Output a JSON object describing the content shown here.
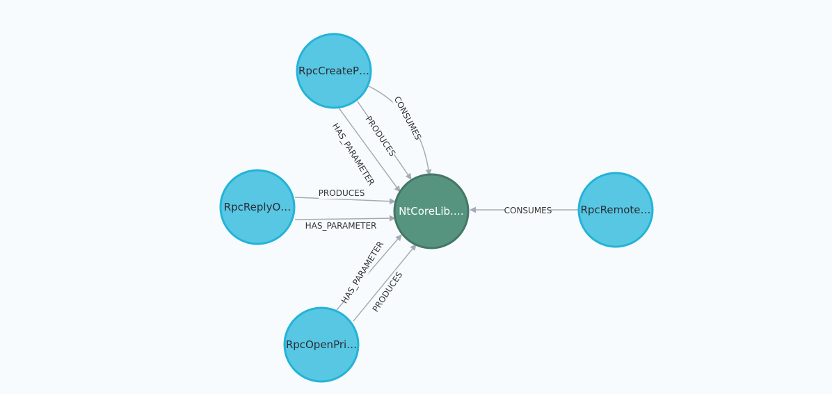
{
  "graph": {
    "colors": {
      "background": "#f7fbfd",
      "leaf_fill": "#57c7e3",
      "leaf_stroke": "#23b3d7",
      "center_fill": "#569480",
      "center_stroke": "#447666",
      "edge": "#a5abb6",
      "leaf_text": "#2a2c34",
      "center_text": "#ffffff"
    },
    "nodes": [
      {
        "id": "create",
        "label": "RpcCreateP…",
        "kind": "leaf"
      },
      {
        "id": "reply",
        "label": "RpcReplyO…",
        "kind": "leaf"
      },
      {
        "id": "open",
        "label": "RpcOpenPri…",
        "kind": "leaf"
      },
      {
        "id": "remote",
        "label": "RpcRemote…",
        "kind": "leaf"
      },
      {
        "id": "core",
        "label": "NtCoreLib.…",
        "kind": "center"
      }
    ],
    "relationships": [
      {
        "id": "create-consumes",
        "from": "create",
        "to": "core",
        "label": "CONSUMES"
      },
      {
        "id": "create-produces",
        "from": "create",
        "to": "core",
        "label": "PRODUCES"
      },
      {
        "id": "create-has-parameter",
        "from": "create",
        "to": "core",
        "label": "HAS_PARAMETER"
      },
      {
        "id": "reply-produces",
        "from": "reply",
        "to": "core",
        "label": "PRODUCES"
      },
      {
        "id": "reply-has-parameter",
        "from": "reply",
        "to": "core",
        "label": "HAS_PARAMETER"
      },
      {
        "id": "open-has-parameter",
        "from": "open",
        "to": "core",
        "label": "HAS_PARAMETER"
      },
      {
        "id": "open-produces",
        "from": "open",
        "to": "core",
        "label": "PRODUCES"
      },
      {
        "id": "remote-consumes",
        "from": "remote",
        "to": "core",
        "label": "CONSUMES"
      }
    ]
  }
}
